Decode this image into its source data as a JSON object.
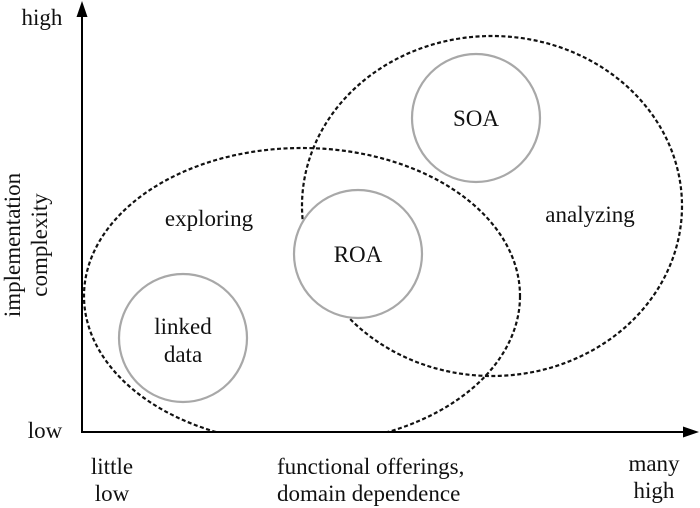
{
  "diagram": {
    "y_axis": {
      "title_line1": "implementation",
      "title_line2": "complexity",
      "high_label": "high",
      "low_label": "low"
    },
    "x_axis": {
      "left_line1": "little",
      "left_line2": "low",
      "title_line1": "functional offerings,",
      "title_line2": "domain dependence",
      "right_line1": "many",
      "right_line2": "high"
    },
    "regions": [
      {
        "id": "exploring",
        "label": "exploring",
        "style": "dashed"
      },
      {
        "id": "analyzing",
        "label": "analyzing",
        "style": "dashed"
      }
    ],
    "nodes": [
      {
        "id": "soa",
        "label_line1": "SOA",
        "label_line2": ""
      },
      {
        "id": "roa",
        "label_line1": "ROA",
        "label_line2": ""
      },
      {
        "id": "linked-data",
        "label_line1": "linked",
        "label_line2": "data"
      }
    ],
    "colors": {
      "axis": "#000000",
      "region_stroke": "#111111",
      "node_stroke": "#a8a8a8",
      "text": "#111111"
    }
  }
}
